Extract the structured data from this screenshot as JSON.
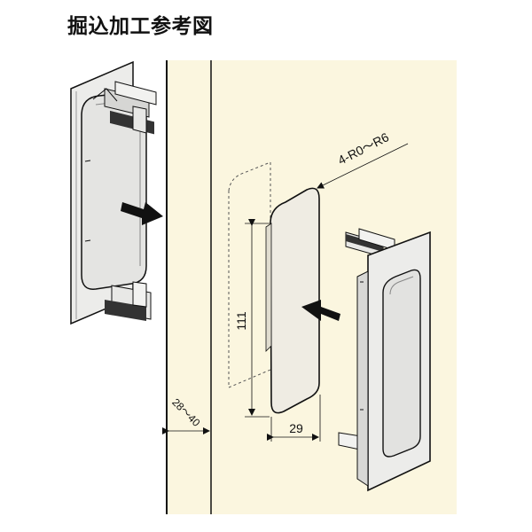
{
  "title": "掘込加工参考図",
  "dimensions": {
    "corner_radius": "4-R0～R6",
    "height": "111",
    "width": "29",
    "door_thickness": "28～40"
  },
  "colors": {
    "door_face": "#fbf6df",
    "pull_body": "#ededeb",
    "outline": "#111111"
  }
}
